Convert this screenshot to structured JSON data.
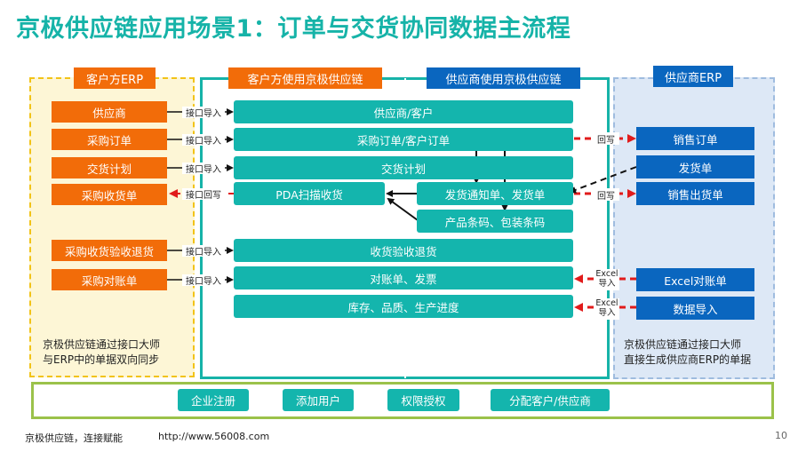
{
  "title": "京极供应链应用场景1：订单与交货协同数据主流程",
  "headers": {
    "customer_erp": "客户方ERP",
    "customer_jd": "客户方使用京极供应链",
    "supplier_jd": "供应商使用京极供应链",
    "supplier_erp": "供应商ERP"
  },
  "customer_items": [
    "供应商",
    "采购订单",
    "交货计划",
    "采购收货单",
    "采购收货验收退货",
    "采购对账单"
  ],
  "connector_labels": {
    "import": "接口导入",
    "writeback": "接口回写",
    "huixie": "回写",
    "excel_import": [
      "Excel",
      "导入"
    ]
  },
  "jd_items": [
    "供应商/客户",
    "采购订单/客户订单",
    "交货计划",
    "PDA扫描收货",
    "发货通知单、发货单",
    "产品条码、包装条码",
    "收货验收退货",
    "对账单、发票",
    "库存、品质、生产进度"
  ],
  "supplier_items": [
    "销售订单",
    "发货单",
    "销售出货单",
    "Excel对账单",
    "数据导入"
  ],
  "notes": {
    "customer": [
      "京极供应链通过接口大师",
      "与ERP中的单据双向同步"
    ],
    "supplier": [
      "京极供应链通过接口大师",
      "直接生成供应商ERP的单据"
    ]
  },
  "steps": [
    "企业注册",
    "添加用户",
    "权限授权",
    "分配客户/供应商"
  ],
  "footer": {
    "slogan": "京极供应链，连接赋能",
    "url": "http://www.56008.com",
    "page": "10"
  }
}
